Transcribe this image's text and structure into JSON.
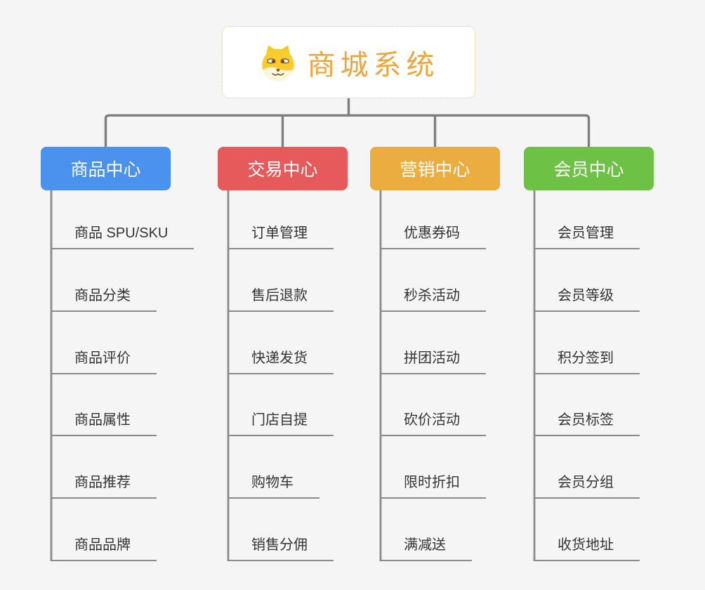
{
  "background_color": "#F5F5F5",
  "connector_color": "#7E7E7E",
  "leaf_line_color": "#8A8A8A",
  "root": {
    "title": "商城系统",
    "icon": "doge-icon",
    "text_color": "#F0A43C",
    "border_color": "#F0C169",
    "fill_color": "#FFFFFF"
  },
  "branches": [
    {
      "label": "商品中心",
      "color": "#4B92EF",
      "children": [
        "商品 SPU/SKU",
        "商品分类",
        "商品评价",
        "商品属性",
        "商品推荐",
        "商品品牌"
      ]
    },
    {
      "label": "交易中心",
      "color": "#E65A5B",
      "children": [
        "订单管理",
        "售后退款",
        "快递发货",
        "门店自提",
        "购物车",
        "销售分佣"
      ]
    },
    {
      "label": "营销中心",
      "color": "#EBAC40",
      "children": [
        "优惠券码",
        "秒杀活动",
        "拼团活动",
        "砍价活动",
        "限时折扣",
        "满减送"
      ]
    },
    {
      "label": "会员中心",
      "color": "#6DC145",
      "children": [
        "会员管理",
        "会员等级",
        "积分签到",
        "会员标签",
        "会员分组",
        "收货地址"
      ]
    }
  ]
}
